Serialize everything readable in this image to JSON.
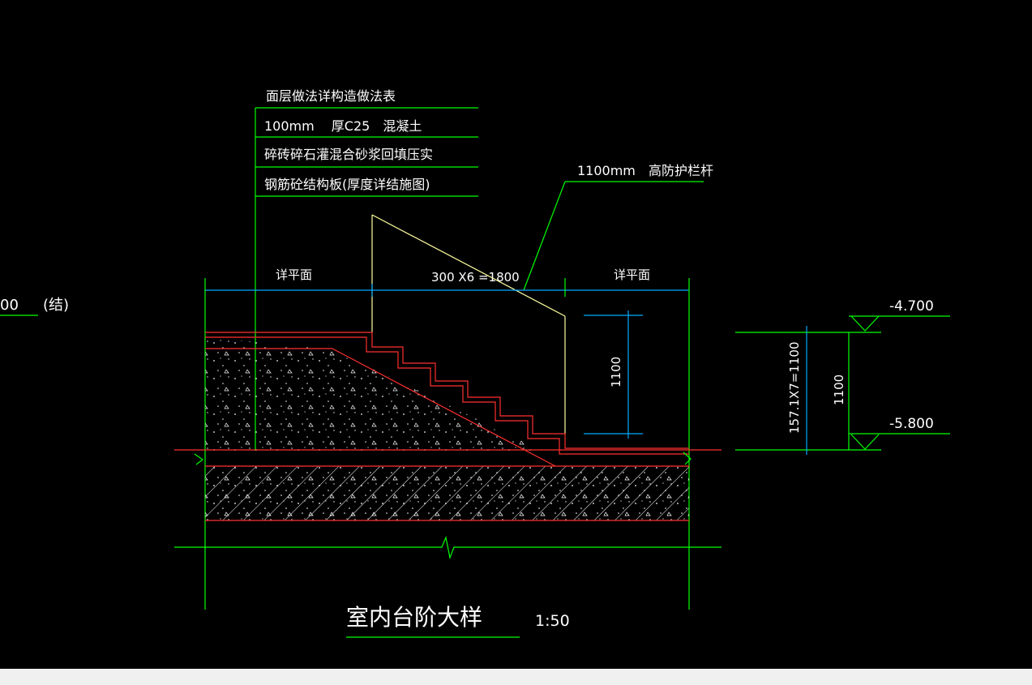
{
  "drawing": {
    "note_table": {
      "header": "面层做法详构造做法表",
      "rows": [
        "100mm 　厚C25　混凝土",
        "碎砖碎石灌混合砂浆回填压实",
        "钢筋砼结构板(厚度详结施图)"
      ]
    },
    "rail_note": {
      "height": "1100mm",
      "label": "高防护栏杆"
    },
    "dims": {
      "left_plan": "详平面",
      "steps": "300 X6 =1800",
      "right_plan": "详平面",
      "rail_height": "1100",
      "riser_calc": "157.1X7=1100",
      "level_diff": "1100"
    },
    "left_level": {
      "value": "00",
      "suffix": "(结)"
    },
    "levels": {
      "top": "-4.700",
      "bottom": "-5.800"
    },
    "title": {
      "name": "室内台阶大样",
      "scale": "1:50"
    },
    "colors": {
      "background": "#000000",
      "leader": "#00ff00",
      "dimension": "#00aaff",
      "section_line": "#ff3030",
      "fill_pattern": "#ffffff",
      "text": "#ffffff",
      "railing": "#ffffa0"
    }
  }
}
